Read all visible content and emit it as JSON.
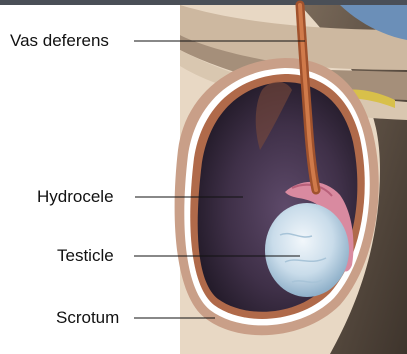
{
  "diagram": {
    "labels": {
      "vas_deferens": "Vas deferens",
      "hydrocele": "Hydrocele",
      "testicle": "Testicle",
      "scrotum": "Scrotum"
    }
  }
}
